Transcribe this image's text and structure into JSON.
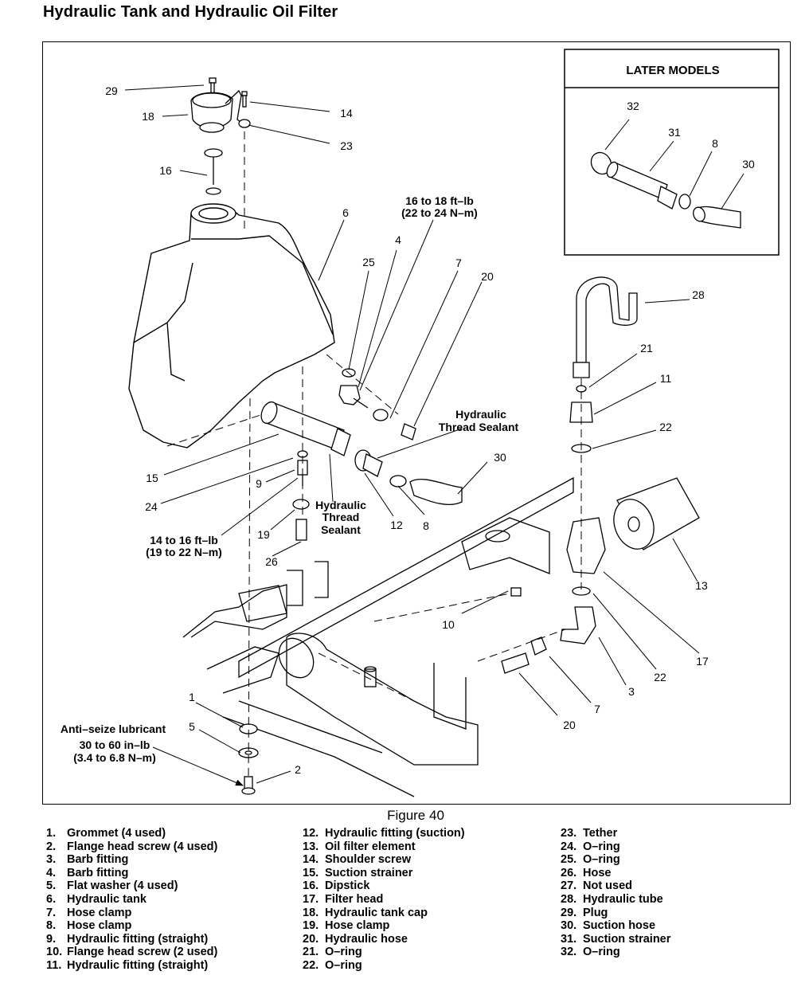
{
  "title": "Hydraulic Tank and Hydraulic Oil Filter",
  "inset_title": "LATER MODELS",
  "figure_caption": "Figure 40",
  "callouts": {
    "c29": "29",
    "c18": "18",
    "c16": "16",
    "c14": "14",
    "c23": "23",
    "c6": "6",
    "c4": "4",
    "c25": "25",
    "c7a": "7",
    "c20a": "20",
    "c28": "28",
    "c21": "21",
    "c11": "11",
    "c22a": "22",
    "c15": "15",
    "c24": "24",
    "c9": "9",
    "c30": "30",
    "c12": "12",
    "c8": "8",
    "c19": "19",
    "c26": "26",
    "c13": "13",
    "c10": "10",
    "c17": "17",
    "c22b": "22",
    "c3": "3",
    "c7b": "7",
    "c20b": "20",
    "c1": "1",
    "c5": "5",
    "c2": "2",
    "i32": "32",
    "i31": "31",
    "i8": "8",
    "i30": "30"
  },
  "notes": {
    "torque_barb_1": "16 to 18 ft–lb",
    "torque_barb_2": "(22 to 24 N–m)",
    "sealant_a_1": "Hydraulic",
    "sealant_a_2": "Thread Sealant",
    "sealant_b_1": "Hydraulic",
    "sealant_b_2": "Thread",
    "sealant_b_3": "Sealant",
    "torque_fitting_1": "14 to 16 ft–lb",
    "torque_fitting_2": "(19 to 22 N–m)",
    "antiseize": "Anti–seize lubricant",
    "torque_screw_1": "30 to 60 in–lb",
    "torque_screw_2": "(3.4 to 6.8 N–m)"
  },
  "legend": [
    [
      {
        "num": "1.",
        "text": "Grommet (4 used)"
      },
      {
        "num": "2.",
        "text": "Flange head screw (4 used)"
      },
      {
        "num": "3.",
        "text": "Barb fitting"
      },
      {
        "num": "4.",
        "text": "Barb fitting"
      },
      {
        "num": "5.",
        "text": "Flat washer (4 used)"
      },
      {
        "num": "6.",
        "text": "Hydraulic tank"
      },
      {
        "num": "7.",
        "text": "Hose clamp"
      },
      {
        "num": "8.",
        "text": "Hose clamp"
      },
      {
        "num": "9.",
        "text": "Hydraulic fitting (straight)"
      },
      {
        "num": "10.",
        "text": "Flange head screw (2 used)"
      },
      {
        "num": "11.",
        "text": "Hydraulic fitting (straight)"
      }
    ],
    [
      {
        "num": "12.",
        "text": "Hydraulic fitting (suction)"
      },
      {
        "num": "13.",
        "text": "Oil filter element"
      },
      {
        "num": "14.",
        "text": "Shoulder screw"
      },
      {
        "num": "15.",
        "text": "Suction strainer"
      },
      {
        "num": "16.",
        "text": "Dipstick"
      },
      {
        "num": "17.",
        "text": "Filter head"
      },
      {
        "num": "18.",
        "text": "Hydraulic tank cap"
      },
      {
        "num": "19.",
        "text": "Hose clamp"
      },
      {
        "num": "20.",
        "text": "Hydraulic hose"
      },
      {
        "num": "21.",
        "text": "O–ring"
      },
      {
        "num": "22.",
        "text": "O–ring"
      }
    ],
    [
      {
        "num": "23.",
        "text": "Tether"
      },
      {
        "num": "24.",
        "text": "O–ring"
      },
      {
        "num": "25.",
        "text": "O–ring"
      },
      {
        "num": "26.",
        "text": "Hose"
      },
      {
        "num": "27.",
        "text": "Not used"
      },
      {
        "num": "28.",
        "text": "Hydraulic tube"
      },
      {
        "num": "29.",
        "text": "Plug"
      },
      {
        "num": "30.",
        "text": "Suction hose"
      },
      {
        "num": "31.",
        "text": "Suction strainer"
      },
      {
        "num": "32.",
        "text": "O–ring"
      }
    ]
  ]
}
